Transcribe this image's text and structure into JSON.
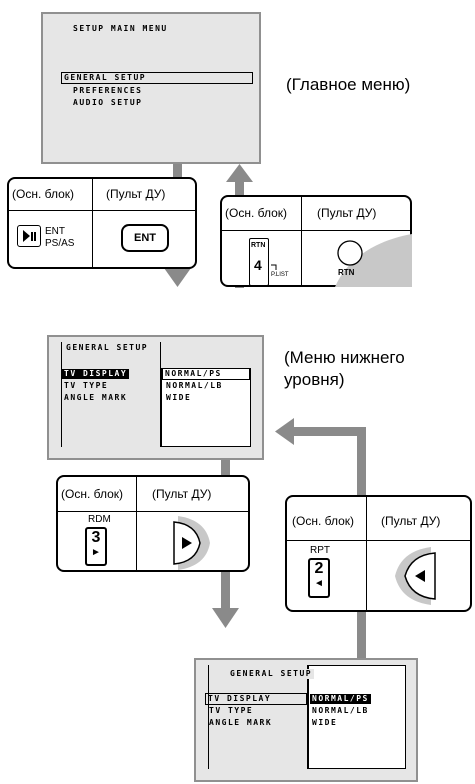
{
  "colors": {
    "screen_bg": "#e6e6e6",
    "screen_border": "#909090",
    "arrow": "#8a8a8a",
    "remote_shape": "#c8c8c8"
  },
  "icons": [
    "play-pause-icon",
    "circle-return-icon",
    "right-arrow-icon",
    "left-arrow-icon",
    "plist-icon"
  ],
  "main_menu": {
    "title": "SETUP MAIN MENU",
    "items": [
      "GENERAL SETUP",
      "PREFERENCES",
      "AUDIO SETUP"
    ],
    "caption": "(Главное меню)"
  },
  "ctrl_enter": {
    "unit_label": "(Осн. блок)",
    "remote_label": "(Пульт ДУ)",
    "unit_button_line1": "ENT",
    "unit_button_line2": "PS/AS",
    "remote_button": "ENT"
  },
  "ctrl_return": {
    "unit_label": "(Осн. блок)",
    "remote_label": "(Пульт ДУ)",
    "unit_key_top": "RTN",
    "unit_key_number": "4",
    "unit_key_bottom": "P.LIST",
    "remote_button": "RTN"
  },
  "sub_menu": {
    "title": "GENERAL SETUP",
    "items": [
      "TV DISPLAY",
      "TV TYPE",
      "ANGLE MARK"
    ],
    "options": [
      "NORMAL/PS",
      "NORMAL/LB",
      "WIDE"
    ],
    "caption_line1": "(Меню нижнего",
    "caption_line2": "уровня)"
  },
  "ctrl_right": {
    "unit_label": "(Осн. блок)",
    "remote_label": "(Пульт ДУ)",
    "unit_key_top": "RDM",
    "unit_key_number": "3",
    "unit_key_arrow": "►",
    "remote_arrow": "►"
  },
  "ctrl_left": {
    "unit_label": "(Осн. блок)",
    "remote_label": "(Пульт ДУ)",
    "unit_key_top": "RPT",
    "unit_key_number": "2",
    "unit_key_arrow": "◄",
    "remote_arrow": "◄"
  },
  "sub_menu2": {
    "title": "GENERAL SETUP",
    "items": [
      "TV DISPLAY",
      "TV TYPE",
      "ANGLE MARK"
    ],
    "options": [
      "NORMAL/PS",
      "NORMAL/LB",
      "WIDE"
    ]
  }
}
